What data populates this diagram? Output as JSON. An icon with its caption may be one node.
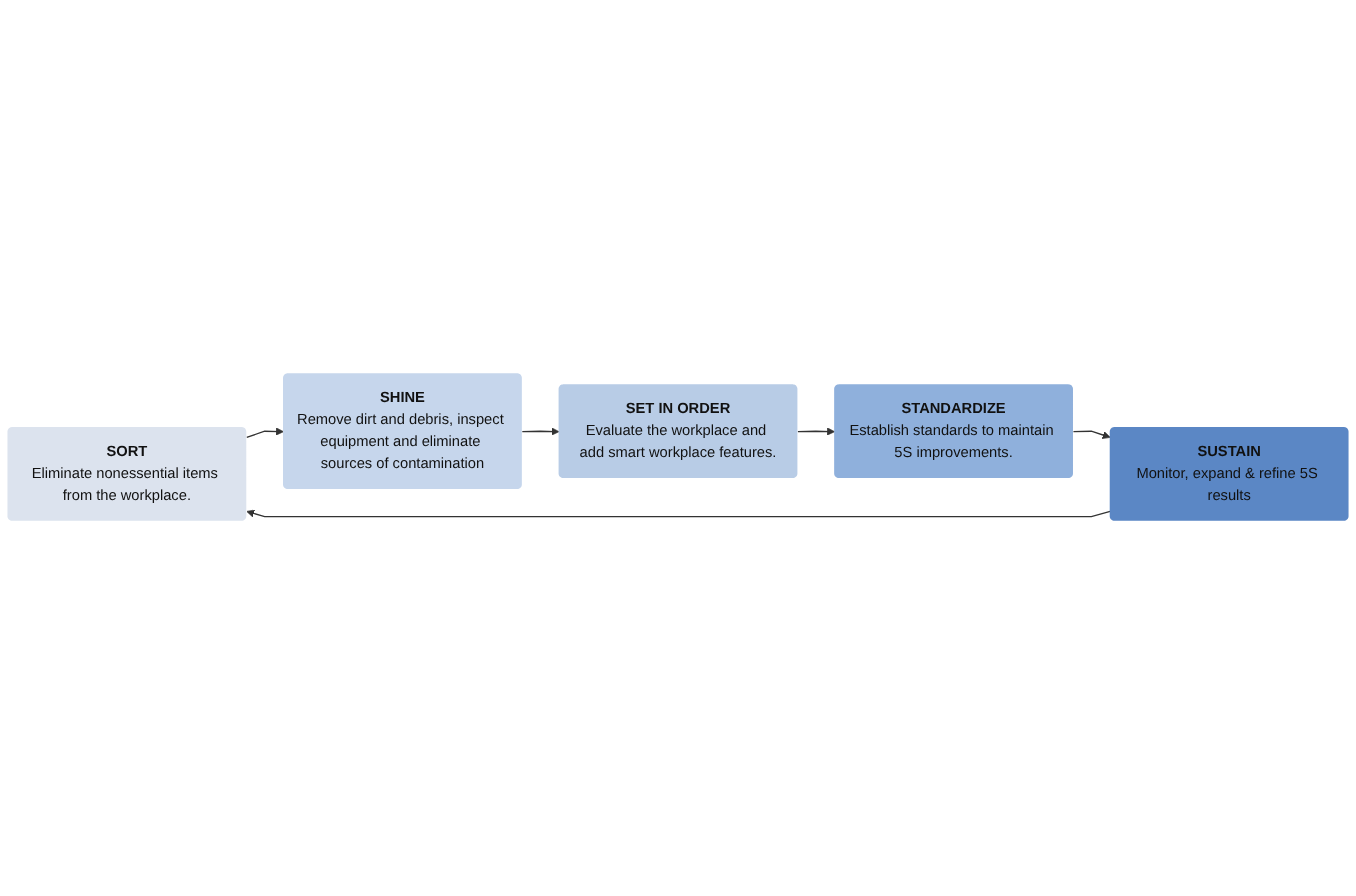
{
  "diagram": {
    "nodes": [
      {
        "text": [
          "SORT",
          "Eliminate nonessential items from the workplace."
        ]
      },
      {
        "text": [
          "SHINE",
          "Remove dirt and debris, inspect equipment and eliminate sources of contamination"
        ]
      },
      {
        "text": [
          "SET IN ORDER",
          "Evaluate the workplace and add smart workplace features."
        ]
      },
      {
        "text": [
          "STANDARDIZE",
          "Establish standards to maintain 5S improvements."
        ]
      },
      {
        "text": [
          "SUSTAIN",
          "Monitor, expand & refine 5S results"
        ]
      }
    ],
    "edges": [
      {
        "from": 0,
        "to": 1,
        "arrow": "to"
      },
      {
        "from": 1,
        "to": 2,
        "arrow": "to"
      },
      {
        "from": 2,
        "to": 3,
        "arrow": "to"
      },
      {
        "from": 3,
        "to": 4,
        "arrow": "to"
      },
      {
        "from": 4,
        "to": 0,
        "arrow": "to"
      }
    ]
  }
}
